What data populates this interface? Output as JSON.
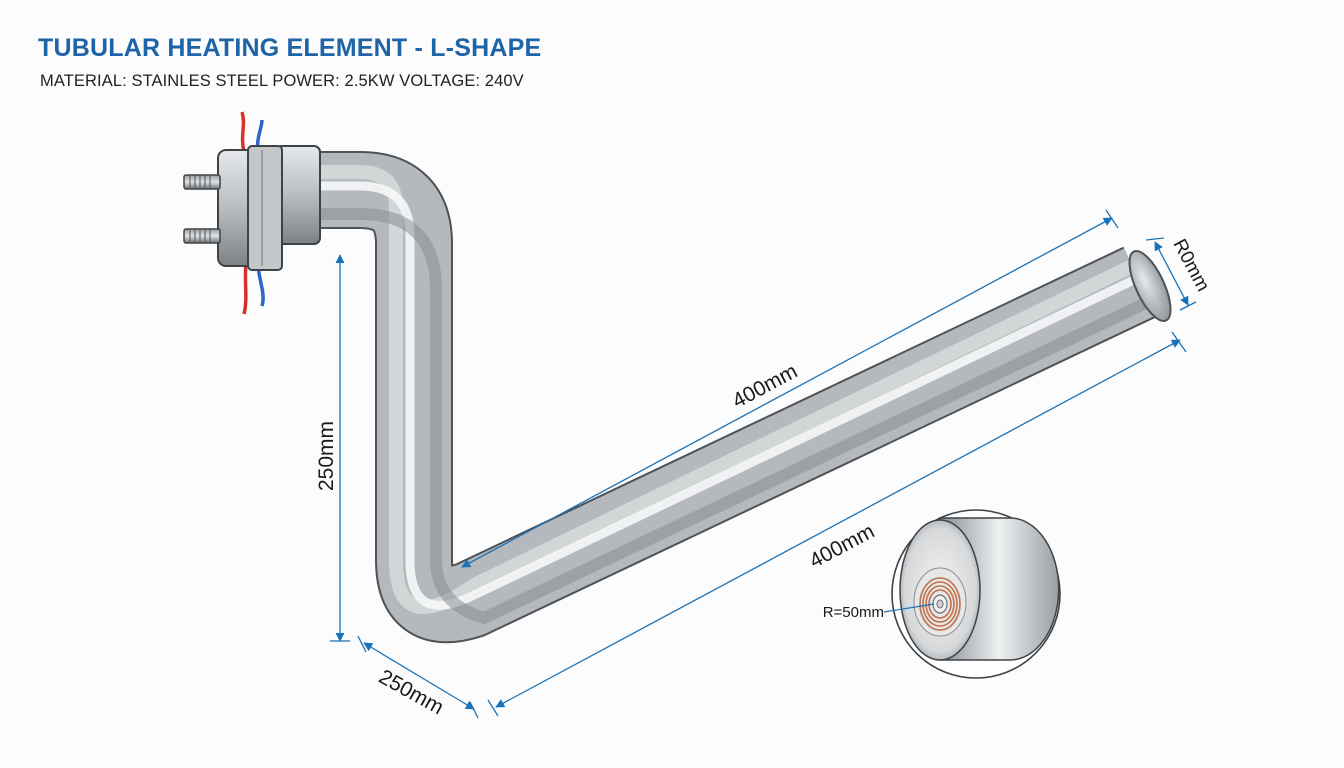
{
  "title": "TUBULAR HEATING ELEMENT - L-SHAPE",
  "subtitle": "MATERIAL: STAINLES STEEL  POWER: 2.5KW  VOLTAGE: 240V",
  "dimensions": {
    "vertical_leg": "250mm",
    "upper_diagonal": "400mm",
    "lower_diagonal": "400mm",
    "bottom_leg": "250mm",
    "end_diameter": "R0mm"
  },
  "detail": {
    "radius_label": "R=50mm"
  },
  "colors": {
    "title": "#1e64a8",
    "dimension_line": "#1a73b8",
    "tube": "#b9bdc2",
    "wire_live": "#d9302a",
    "wire_neutral": "#2d66c8",
    "coil": "#c0704a"
  },
  "icons": [
    "terminal-flange-icon",
    "terminal-bolt-icon",
    "lead-wire-icon",
    "cross-section-icon"
  ]
}
